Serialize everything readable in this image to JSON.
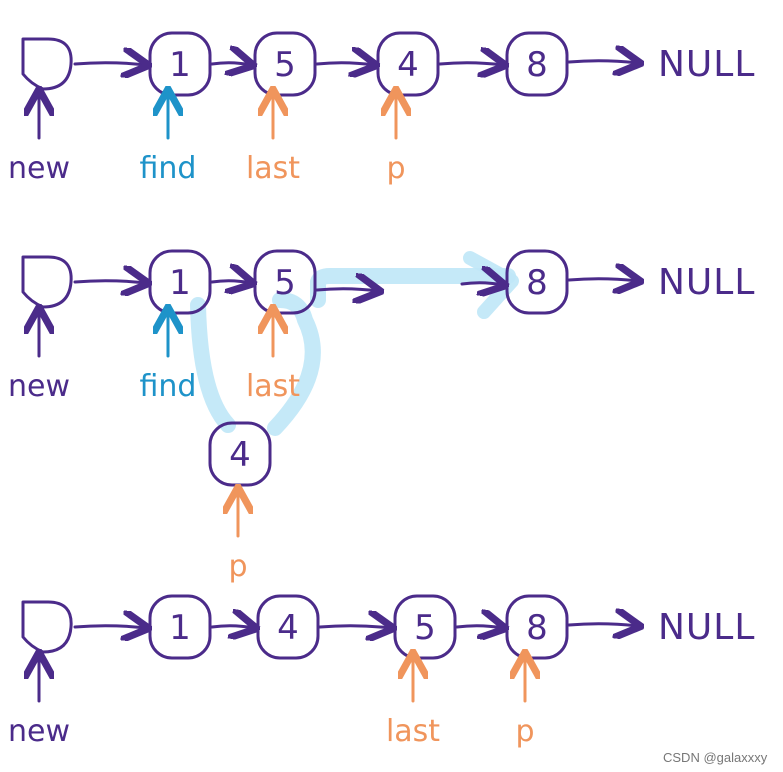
{
  "colors": {
    "purple": "#4b2b8a",
    "blue": "#1e93c9",
    "orange": "#f0955c",
    "highlight": "#bfe7f7",
    "watermark": "#777777"
  },
  "null_label": "NULL",
  "watermark": "CSDN @galaxxxy",
  "rows": [
    {
      "nodes": [
        "",
        "1",
        "5",
        "4",
        "8"
      ],
      "pointers": [
        {
          "label": "new",
          "target": 0,
          "color": "purple"
        },
        {
          "label": "find",
          "target": 1,
          "color": "blue"
        },
        {
          "label": "last",
          "target": 2,
          "color": "orange"
        },
        {
          "label": "p",
          "target": 3,
          "color": "orange"
        }
      ]
    },
    {
      "nodes": [
        "",
        "1",
        "5",
        "8"
      ],
      "detached_node": "4",
      "pointers": [
        {
          "label": "new",
          "target": 0,
          "color": "purple"
        },
        {
          "label": "find",
          "target": 1,
          "color": "blue"
        },
        {
          "label": "last",
          "target": 2,
          "color": "orange"
        },
        {
          "label": "p",
          "target": "detached",
          "color": "orange"
        }
      ]
    },
    {
      "nodes": [
        "",
        "1",
        "4",
        "5",
        "8"
      ],
      "pointers": [
        {
          "label": "new",
          "target": 0,
          "color": "purple"
        },
        {
          "label": "last",
          "target": 3,
          "color": "orange"
        },
        {
          "label": "p",
          "target": 4,
          "color": "orange"
        }
      ]
    }
  ]
}
